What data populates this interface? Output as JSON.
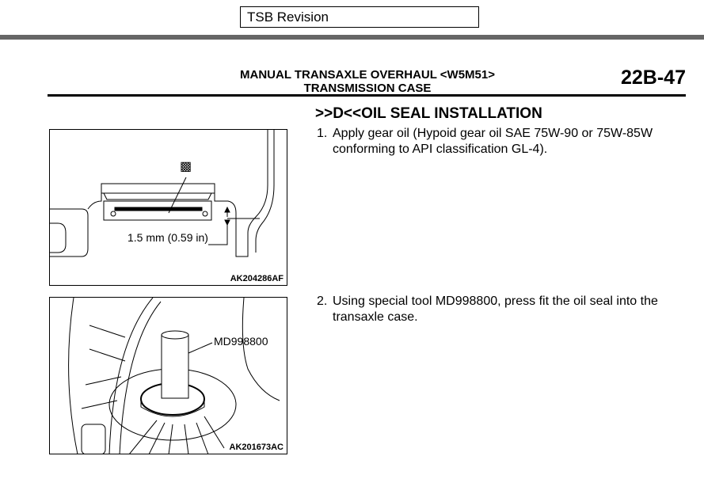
{
  "header": {
    "tsb_label": "TSB Revision",
    "title": "MANUAL TRANSAXLE OVERHAUL <W5M51>",
    "subtitle": "TRANSMISSION CASE",
    "page_number": "22B-47"
  },
  "section": {
    "heading": ">>D<<OIL SEAL INSTALLATION"
  },
  "steps": [
    {
      "num": "1.",
      "text": "Apply gear oil (Hypoid gear oil SAE 75W-90 or 75W-85W conforming to API classification GL-4)."
    },
    {
      "num": "2.",
      "text": "Using special tool MD998800, press fit the oil seal into the transaxle case."
    }
  ],
  "figures": [
    {
      "id": "AK204286AF",
      "callout": "1.5 mm (0.59 in)",
      "icon": "oil-can-icon"
    },
    {
      "id": "AK201673AC",
      "callout": "MD998800"
    }
  ]
}
